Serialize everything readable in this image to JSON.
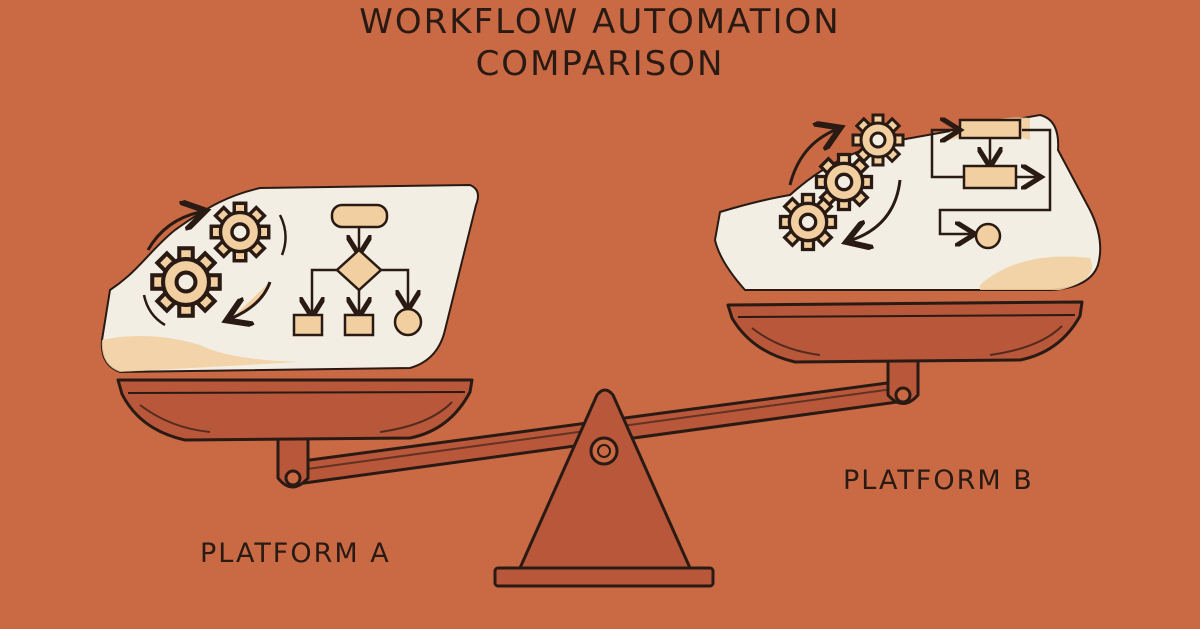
{
  "title": {
    "line1": "WORKFLOW AUTOMATION",
    "line2": "COMPARISON"
  },
  "platforms": {
    "a": {
      "label": "PLATFORM A"
    },
    "b": {
      "label": "PLATFORM B"
    }
  },
  "colors": {
    "background": "#C96A45",
    "ink": "#2a1a14",
    "paper": "#F3EEE4",
    "accent": "#F2CFA0",
    "scale_pan": "#B9573A"
  }
}
